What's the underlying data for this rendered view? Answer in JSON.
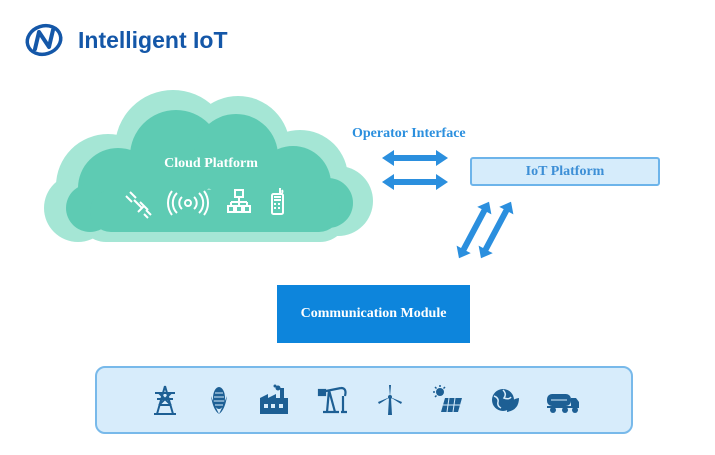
{
  "header": {
    "brand_name": "Intelligent IoT",
    "logo_icon": "n-swoosh-logo-icon"
  },
  "cloud": {
    "label": "Cloud Platform",
    "icons": [
      "satellite-icon",
      "wireless-signal-icon",
      "network-topology-icon",
      "mobile-device-icon"
    ]
  },
  "operator_interface": {
    "label": "Operator Interface"
  },
  "iot_platform": {
    "label": "IoT Platform"
  },
  "communication_module": {
    "label": "Communication Module"
  },
  "devices": {
    "icons": [
      "power-tower-icon",
      "corn-icon",
      "factory-icon",
      "oil-pump-icon",
      "wind-turbine-icon",
      "solar-panel-icon",
      "eco-globe-icon",
      "tanker-truck-icon"
    ]
  },
  "colors": {
    "brand": "#1457a8",
    "cloud_outer": "#a5e6d5",
    "cloud_inner": "#5ecbb3",
    "accent_blue": "#0d85dc",
    "arrow_blue": "#2b8fde",
    "panel_fill": "#d7ecfb",
    "panel_border": "#78b9ea",
    "icon_dark": "#1d5f94"
  }
}
